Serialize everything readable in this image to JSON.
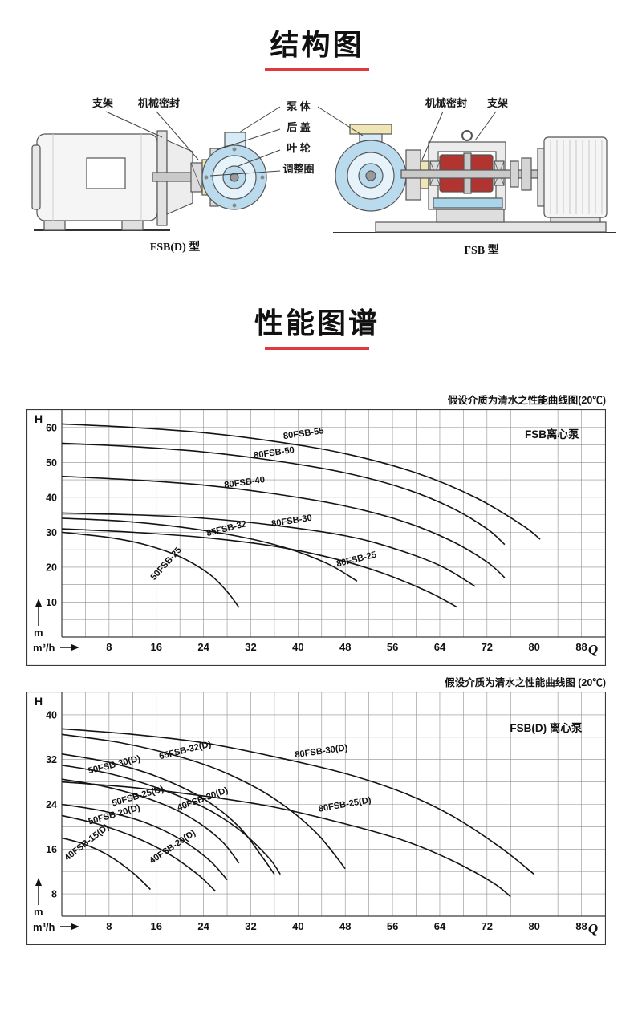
{
  "theme": {
    "accent_red": "#e23a3c",
    "curve_color": "#141414",
    "grid_color": "#8f8f8f",
    "frame_color": "#3a3a3a"
  },
  "sections": {
    "structure_title": "结构图",
    "performance_title": "性能图谱"
  },
  "structure": {
    "caption_left": "FSB(D) 型",
    "caption_right": "FSB 型",
    "labels": {
      "bracket_left": "支架",
      "seal_left": "机械密封",
      "pump_body": "泵  体",
      "rear_cover": "后  盖",
      "impeller": "叶  轮",
      "adjust_ring": "调整圈",
      "seal_right": "机械密封",
      "bracket_right": "支架"
    }
  },
  "chart_data": [
    {
      "type": "line",
      "title": "假设介质为清水之性能曲线图(20℃)",
      "legend": "FSB离心泵",
      "legend_x": 83,
      "legend_y": 57,
      "y_axis_label": "H",
      "y_unit": "m",
      "x_unit": "m³/h",
      "x_symbol": "Q",
      "xlim": [
        0,
        92
      ],
      "ylim": [
        0,
        65
      ],
      "x_grid_step": 4,
      "y_grid_step": 5,
      "xticks": [
        8,
        16,
        24,
        32,
        40,
        48,
        56,
        64,
        72,
        80,
        88
      ],
      "yticks": [
        10,
        20,
        30,
        40,
        50,
        60
      ],
      "grid": true,
      "series": [
        {
          "name": "80FSB-55",
          "label_x": 41,
          "label_y": 57.5,
          "label_angle": -8,
          "points": [
            [
              0,
              61
            ],
            [
              12,
              60
            ],
            [
              24,
              58.5
            ],
            [
              36,
              56
            ],
            [
              48,
              52.5
            ],
            [
              60,
              47
            ],
            [
              70,
              40
            ],
            [
              78,
              32
            ],
            [
              81,
              28
            ]
          ]
        },
        {
          "name": "80FSB-50",
          "label_x": 36,
          "label_y": 52,
          "label_angle": -8,
          "points": [
            [
              0,
              55.5
            ],
            [
              12,
              54.5
            ],
            [
              24,
              53
            ],
            [
              36,
              50.5
            ],
            [
              48,
              47
            ],
            [
              58,
              42.5
            ],
            [
              66,
              37
            ],
            [
              72,
              31
            ],
            [
              75,
              26.5
            ]
          ]
        },
        {
          "name": "80FSB-40",
          "label_x": 31,
          "label_y": 43.5,
          "label_angle": -8,
          "points": [
            [
              0,
              46
            ],
            [
              12,
              45
            ],
            [
              24,
              43.5
            ],
            [
              36,
              41
            ],
            [
              48,
              37.5
            ],
            [
              58,
              33
            ],
            [
              66,
              27.5
            ],
            [
              72,
              21.5
            ],
            [
              75,
              17
            ]
          ]
        },
        {
          "name": "80FSB-30",
          "label_x": 39,
          "label_y": 32.5,
          "label_angle": -9,
          "points": [
            [
              0,
              35.5
            ],
            [
              12,
              35
            ],
            [
              24,
              34
            ],
            [
              36,
              32
            ],
            [
              48,
              29
            ],
            [
              56,
              25.5
            ],
            [
              64,
              20.5
            ],
            [
              70,
              14.5
            ]
          ]
        },
        {
          "name": "85FSB-32",
          "label_x": 28,
          "label_y": 30.3,
          "label_angle": -14,
          "points": [
            [
              0,
              34
            ],
            [
              10,
              33.2
            ],
            [
              20,
              31.5
            ],
            [
              30,
              28.8
            ],
            [
              38,
              25.5
            ],
            [
              45,
              21
            ],
            [
              50,
              16
            ]
          ]
        },
        {
          "name": "80FSB-25",
          "label_x": 50,
          "label_y": 21.5,
          "label_angle": -14,
          "points": [
            [
              0,
              31
            ],
            [
              12,
              30
            ],
            [
              24,
              28.5
            ],
            [
              36,
              26
            ],
            [
              46,
              22.5
            ],
            [
              54,
              18.5
            ],
            [
              62,
              13
            ],
            [
              67,
              8.5
            ]
          ]
        },
        {
          "name": "50FSB-25",
          "label_x": 18,
          "label_y": 20.5,
          "label_angle": -48,
          "points": [
            [
              0,
              30
            ],
            [
              8,
              28.5
            ],
            [
              14,
              26.5
            ],
            [
              20,
              23
            ],
            [
              25,
              18
            ],
            [
              28,
              13
            ],
            [
              30,
              8.5
            ]
          ]
        }
      ]
    },
    {
      "type": "line",
      "title": "假设介质为清水之性能曲线图 (20℃)",
      "legend": "FSB(D) 离心泵",
      "legend_x": 82,
      "legend_y": 37,
      "y_axis_label": "H",
      "y_unit": "m",
      "x_unit": "m³/h",
      "x_symbol": "Q",
      "xlim": [
        0,
        92
      ],
      "ylim": [
        4,
        44
      ],
      "x_grid_step": 4,
      "y_grid_step": 4,
      "xticks": [
        8,
        16,
        24,
        32,
        40,
        48,
        56,
        64,
        72,
        80,
        88
      ],
      "yticks": [
        8,
        16,
        24,
        32,
        40
      ],
      "grid": true,
      "series": [
        {
          "name": "80FSB-30(D)",
          "label_x": 44,
          "label_y": 33,
          "label_angle": -8,
          "points": [
            [
              0,
              37.5
            ],
            [
              12,
              36.5
            ],
            [
              24,
              35
            ],
            [
              36,
              32.5
            ],
            [
              48,
              29.5
            ],
            [
              58,
              26
            ],
            [
              66,
              22
            ],
            [
              74,
              16.5
            ],
            [
              80,
              11.5
            ]
          ]
        },
        {
          "name": "65FSB-32(D)",
          "label_x": 21,
          "label_y": 33.2,
          "label_angle": -14,
          "points": [
            [
              0,
              36.5
            ],
            [
              10,
              35
            ],
            [
              20,
              32.5
            ],
            [
              28,
              29.5
            ],
            [
              36,
              25
            ],
            [
              43,
              19
            ],
            [
              48,
              12.5
            ]
          ]
        },
        {
          "name": "50FSB-30(D)",
          "label_x": 9,
          "label_y": 30.6,
          "label_angle": -14,
          "points": [
            [
              0,
              33
            ],
            [
              8,
              31.5
            ],
            [
              16,
              29
            ],
            [
              24,
              25
            ],
            [
              30,
              20
            ],
            [
              34,
              14.5
            ],
            [
              36,
              11.5
            ]
          ]
        },
        {
          "name": "40FSB-30(D)",
          "label_x": 24,
          "label_y": 24.5,
          "label_angle": -20,
          "points": [
            [
              0,
              31
            ],
            [
              8,
              29.5
            ],
            [
              16,
              27
            ],
            [
              24,
              23.5
            ],
            [
              30,
              19.5
            ],
            [
              35,
              14.5
            ],
            [
              37,
              11.5
            ]
          ]
        },
        {
          "name": "80FSB-25(D)",
          "label_x": 48,
          "label_y": 23.5,
          "label_angle": -10,
          "points": [
            [
              0,
              28
            ],
            [
              12,
              27
            ],
            [
              24,
              25.5
            ],
            [
              36,
              23.5
            ],
            [
              48,
              20.5
            ],
            [
              58,
              17.5
            ],
            [
              66,
              14
            ],
            [
              73,
              10
            ],
            [
              76,
              7.5
            ]
          ]
        },
        {
          "name": "50FSB-25(D)",
          "label_x": 13,
          "label_y": 25,
          "label_angle": -16,
          "points": [
            [
              0,
              28.5
            ],
            [
              8,
              27
            ],
            [
              16,
              24.5
            ],
            [
              22,
              21.5
            ],
            [
              27,
              17.5
            ],
            [
              30,
              13.5
            ]
          ]
        },
        {
          "name": "50FSB-20(D)",
          "label_x": 9,
          "label_y": 21.7,
          "label_angle": -16,
          "points": [
            [
              0,
              24
            ],
            [
              7,
              22.8
            ],
            [
              14,
              20.8
            ],
            [
              20,
              17.8
            ],
            [
              25,
              14
            ],
            [
              28,
              10.5
            ]
          ]
        },
        {
          "name": "40FSB-20(D)",
          "label_x": 19,
          "label_y": 16,
          "label_angle": -34,
          "points": [
            [
              0,
              22
            ],
            [
              6,
              20.5
            ],
            [
              12,
              18.3
            ],
            [
              18,
              15.2
            ],
            [
              23,
              11.5
            ],
            [
              26,
              8.5
            ]
          ]
        },
        {
          "name": "40FSB-15(D)",
          "label_x": 4.5,
          "label_y": 16.8,
          "label_angle": -38,
          "points": [
            [
              0,
              18
            ],
            [
              4,
              16.8
            ],
            [
              8,
              14.8
            ],
            [
              12,
              11.8
            ],
            [
              15,
              8.8
            ]
          ]
        }
      ]
    }
  ]
}
